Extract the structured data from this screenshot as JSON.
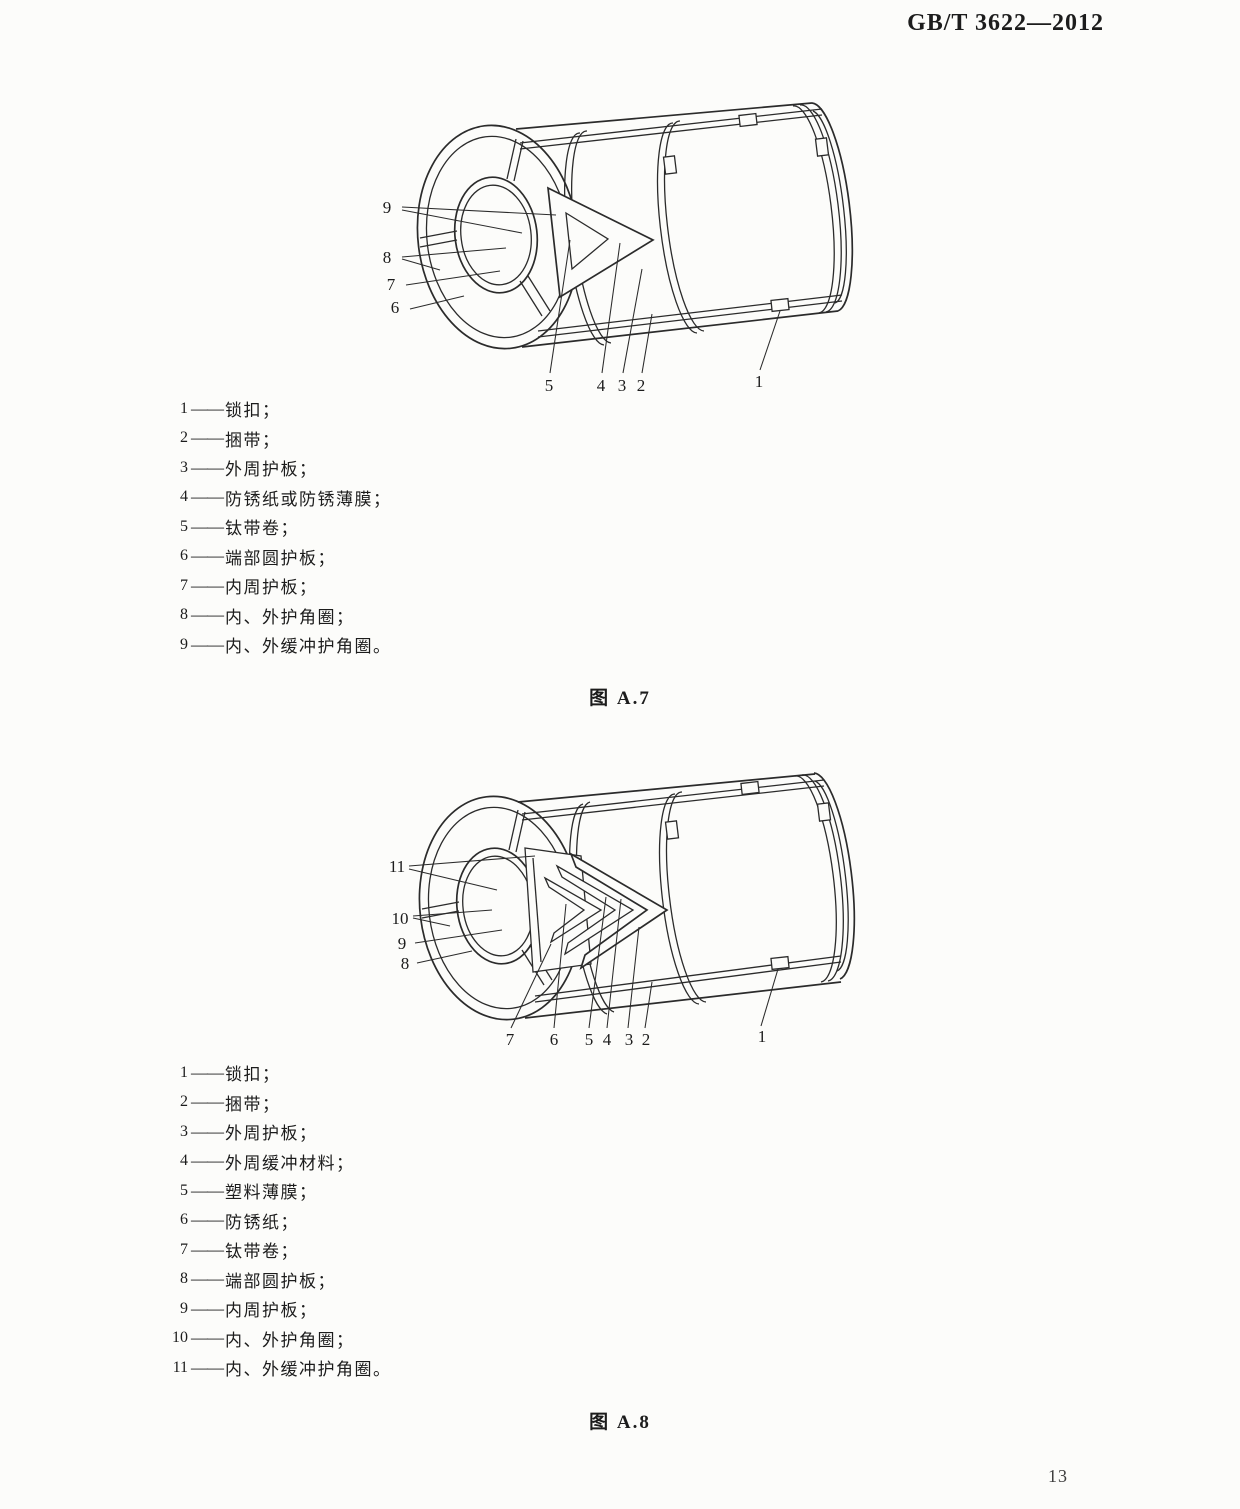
{
  "header": {
    "doc_number": "GB/T 3622—2012"
  },
  "dash": "——",
  "colors": {
    "ink": "#1c1c1c",
    "line_art": "#2b2b2b",
    "paper": "#fcfcfa"
  },
  "figure_a7": {
    "caption": "图 A.7",
    "legend": [
      {
        "num": "1",
        "text": "锁扣；"
      },
      {
        "num": "2",
        "text": "捆带；"
      },
      {
        "num": "3",
        "text": "外周护板；"
      },
      {
        "num": "4",
        "text": "防锈纸或防锈薄膜；"
      },
      {
        "num": "5",
        "text": "钛带卷；"
      },
      {
        "num": "6",
        "text": "端部圆护板；"
      },
      {
        "num": "7",
        "text": "内周护板；"
      },
      {
        "num": "8",
        "text": "内、外护角圈；"
      },
      {
        "num": "9",
        "text": "内、外缓冲护角圈。"
      }
    ],
    "callouts": [
      "9",
      "8",
      "7",
      "6",
      "5",
      "4",
      "3",
      "2",
      "1"
    ]
  },
  "figure_a8": {
    "caption": "图 A.8",
    "legend": [
      {
        "num": "1",
        "text": "锁扣；"
      },
      {
        "num": "2",
        "text": "捆带；"
      },
      {
        "num": "3",
        "text": "外周护板；"
      },
      {
        "num": "4",
        "text": "外周缓冲材料；"
      },
      {
        "num": "5",
        "text": "塑料薄膜；"
      },
      {
        "num": "6",
        "text": "防锈纸；"
      },
      {
        "num": "7",
        "text": "钛带卷；"
      },
      {
        "num": "8",
        "text": "端部圆护板；"
      },
      {
        "num": "9",
        "text": "内周护板；"
      },
      {
        "num": "10",
        "text": "内、外护角圈；"
      },
      {
        "num": "11",
        "text": "内、外缓冲护角圈。"
      }
    ],
    "callouts": [
      "11",
      "10",
      "9",
      "8",
      "7",
      "6",
      "5",
      "4",
      "3",
      "2",
      "1"
    ]
  },
  "page": {
    "number": "13"
  }
}
